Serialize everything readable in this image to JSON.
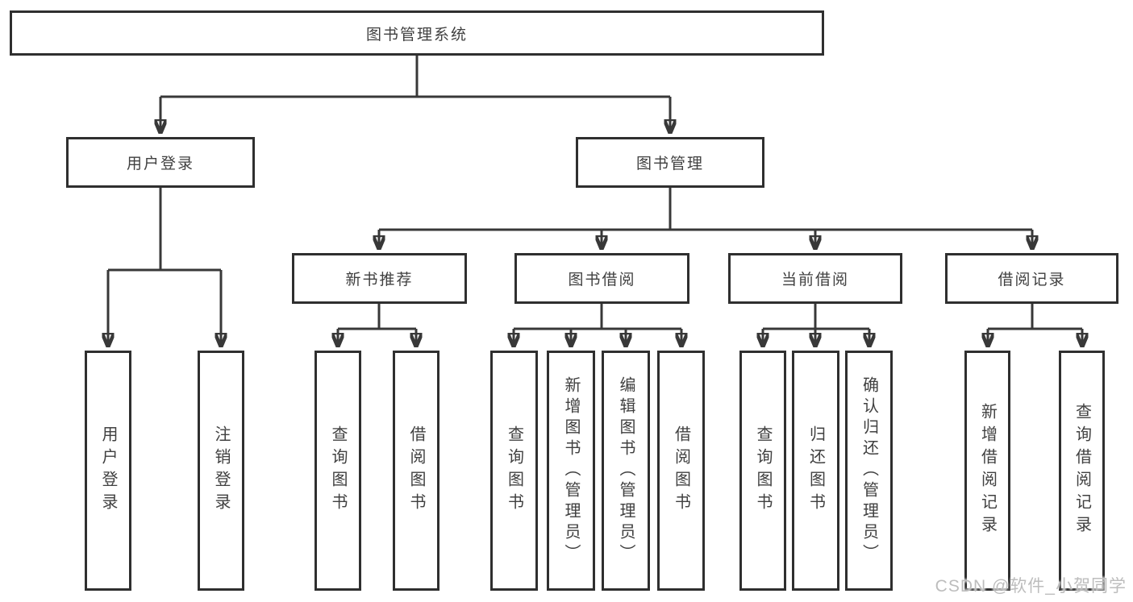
{
  "diagram": {
    "type": "hierarchy-tree",
    "root": "图书管理系统",
    "level2": {
      "user_login": "用户登录",
      "book_mgmt": "图书管理"
    },
    "level3": {
      "new_books": "新书推荐",
      "book_borrow": "图书借阅",
      "current_borrow": "当前借阅",
      "borrow_records": "借阅记录"
    },
    "leaves": {
      "user_login_1": "用户登录",
      "user_login_2": "注销登录",
      "new_books_1": "查询图书",
      "new_books_2": "借阅图书",
      "book_borrow_1": "查询图书",
      "book_borrow_2": "新增图书（管理员）",
      "book_borrow_3": "编辑图书（管理员）",
      "book_borrow_4": "借阅图书",
      "current_borrow_1": "查询图书",
      "current_borrow_2": "归还图书",
      "current_borrow_3": "确认归还（管理员）",
      "borrow_records_1": "新增借阅记录",
      "borrow_records_2": "查询借阅记录"
    }
  },
  "watermark": "CSDN @软件_小贺同学",
  "colors": {
    "line": "#383838",
    "border": "#2f2f2f",
    "text": "#404040",
    "watermark": "#bdbdbd",
    "background": "#ffffff"
  }
}
